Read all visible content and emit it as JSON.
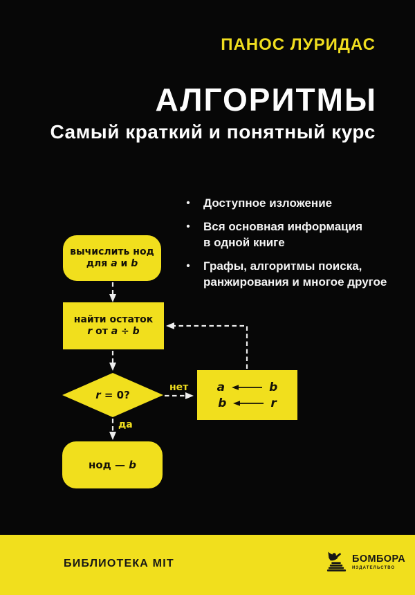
{
  "colors": {
    "background": "#070707",
    "accent_yellow": "#f1df1d",
    "text_white": "#fdfdfd",
    "text_black": "#151208",
    "arrow_white": "#ededed"
  },
  "header": {
    "author": "ПАНОС ЛУРИДАС",
    "title": "АЛГОРИТМЫ",
    "subtitle": "Самый краткий и понятный курс"
  },
  "bullets": {
    "marker_char": "•",
    "items": [
      {
        "lines": [
          "Доступное изложение",
          ""
        ]
      },
      {
        "lines": [
          "Вся основная информация",
          "в одной книге"
        ]
      },
      {
        "lines": [
          "Графы, алгоритмы поиска,",
          "ранжирования и многое другое"
        ]
      }
    ]
  },
  "flowchart": {
    "start": {
      "line1": "вычислить нод",
      "line2": [
        "для ",
        "a",
        " и ",
        "b"
      ]
    },
    "remainder": {
      "line1": "найти остаток",
      "line2": [
        "r",
        " от ",
        "a",
        " ÷ ",
        "b"
      ]
    },
    "decision": {
      "parts": [
        "r",
        " = 0?"
      ]
    },
    "no_label": "нет",
    "yes_label": "да",
    "swap": {
      "row1": [
        "a",
        "b"
      ],
      "row2": [
        "b",
        "r"
      ]
    },
    "end": {
      "parts": [
        "нод — ",
        "b"
      ]
    }
  },
  "footer": {
    "series": "БИБЛИОТЕКА MIT",
    "publisher": "БОМБОРА",
    "publisher_sub": "ИЗДАТЕЛЬСТВО"
  }
}
